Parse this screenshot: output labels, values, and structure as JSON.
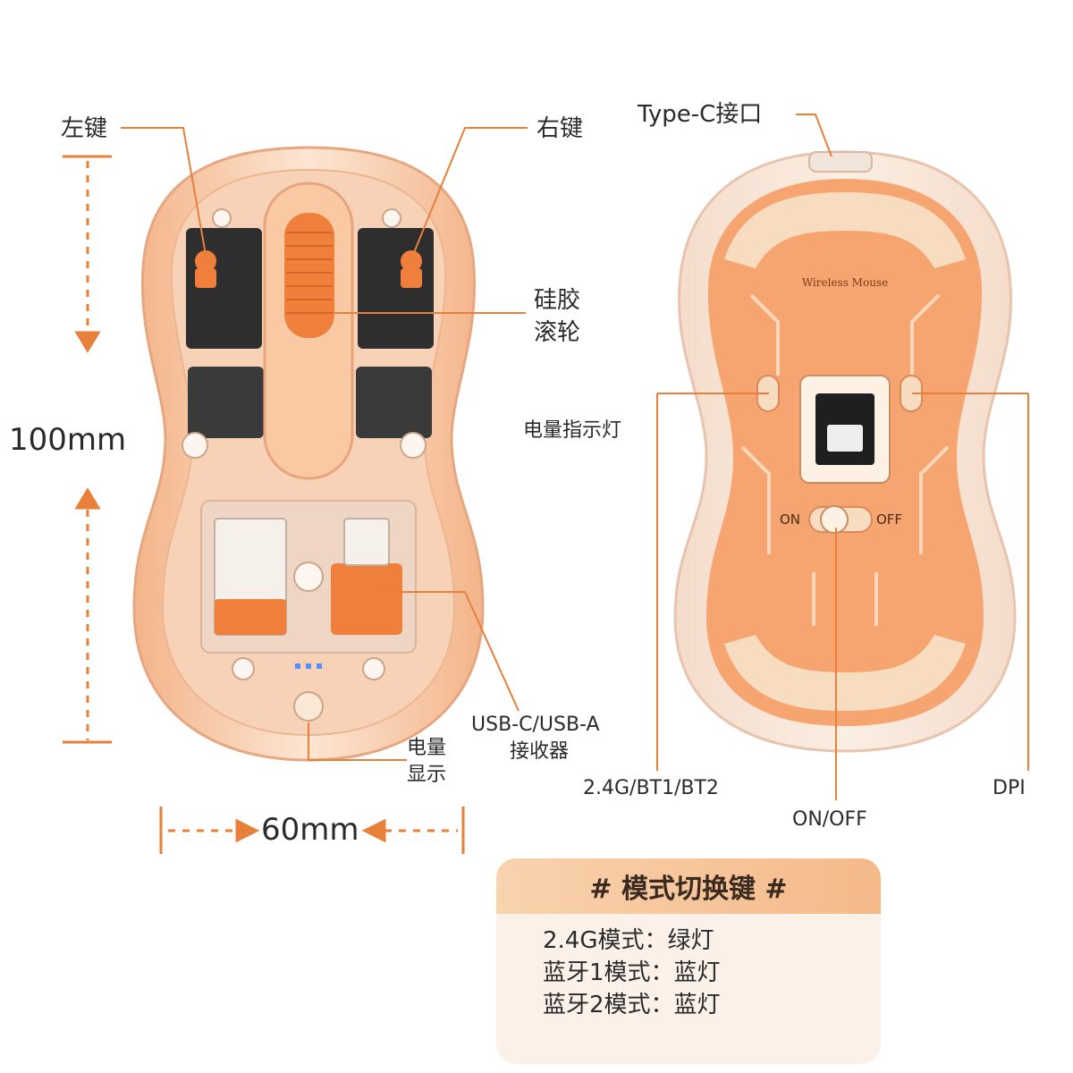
{
  "labels": {
    "left_button": "左键",
    "right_button": "右键",
    "scroll_wheel_line1": "硅胶",
    "scroll_wheel_line2": "滚轮",
    "receiver_line1": "USB-C/USB-A",
    "receiver_line2": "接收器",
    "battery_display_line1": "电量",
    "battery_display_line2": "显示",
    "type_c_port": "Type-C接口",
    "battery_indicator": "电量指示灯",
    "mode_switch": "2.4G/BT1/BT2",
    "power_switch": "ON/OFF",
    "dpi": "DPI",
    "switch_on": "ON",
    "switch_off": "OFF"
  },
  "dimensions": {
    "height": "100mm",
    "width": "60mm"
  },
  "underside_print": {
    "brand": "Wireless Mouse"
  },
  "mode_card": {
    "title": "# 模式切换键 #",
    "rows": [
      "2.4G模式：绿灯",
      "蓝牙1模式：蓝灯",
      "蓝牙2模式：蓝灯"
    ]
  },
  "colors": {
    "accent": "#e8803a",
    "mouse_shell": "#f6c9a6",
    "orange_part": "#f07f3c",
    "pcb": "#2b2b2b",
    "underside": "#f6a571"
  }
}
